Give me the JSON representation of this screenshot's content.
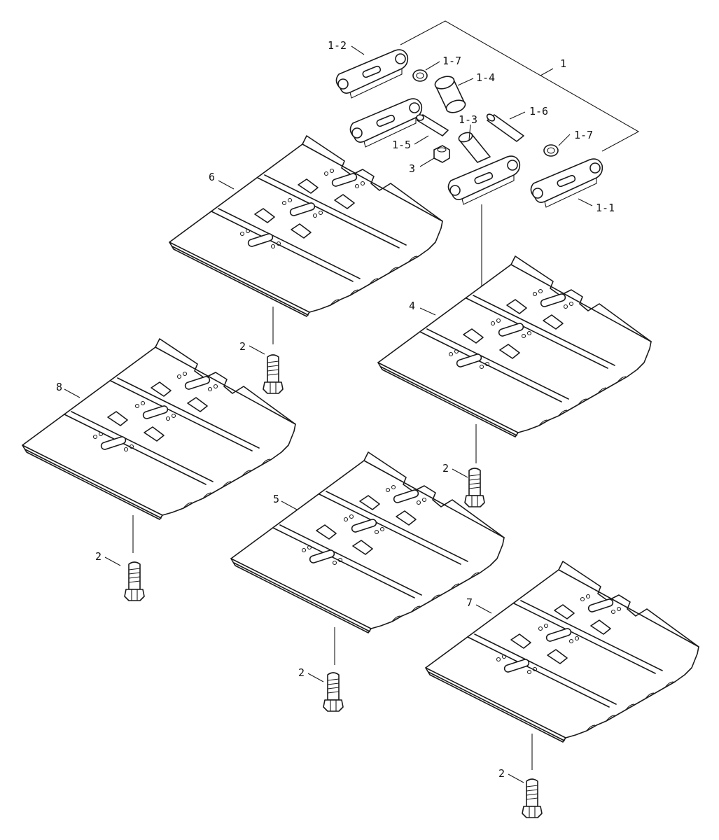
{
  "diagram": {
    "labels": {
      "assembly": "1",
      "link_right": "1-1",
      "link_left": "1-2",
      "pin": "1-3",
      "bushing": "1-4",
      "master_pin": "1-5",
      "master_bushing": "1-6",
      "seal_a": "1-7",
      "seal_b": "1-7",
      "shoe_bolt_1": "2",
      "shoe_bolt_2": "2",
      "shoe_bolt_3": "2",
      "shoe_bolt_4": "2",
      "shoe_bolt_5": "2",
      "nut": "3",
      "shoe_4": "4",
      "shoe_5": "5",
      "shoe_6": "6",
      "shoe_7": "7",
      "shoe_8": "8"
    }
  }
}
